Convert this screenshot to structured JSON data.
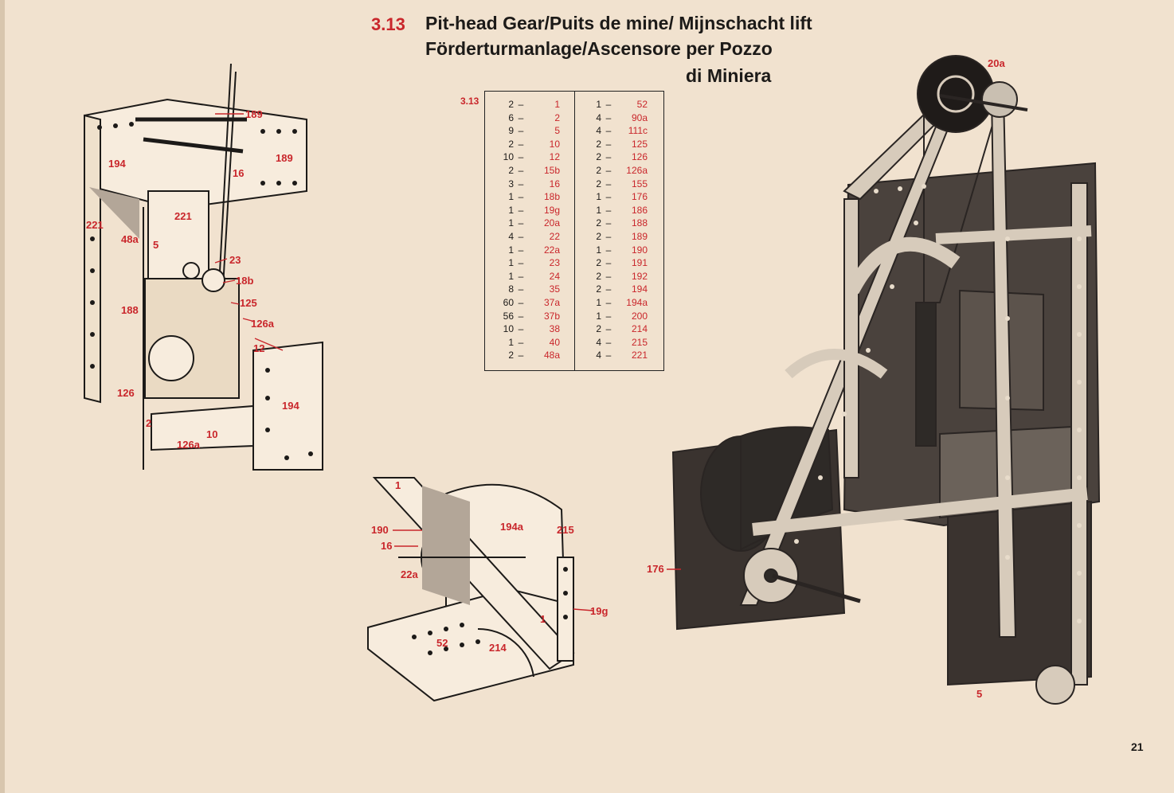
{
  "header": {
    "number": "3.13",
    "line1": "Pit-head Gear/Puits de mine/ Mijnschacht lift",
    "line2": "Förderturmanlage/Ascensore per Pozzo",
    "line3": "di Miniera"
  },
  "parts_table": {
    "label": "3.13",
    "left": [
      [
        "2",
        "1"
      ],
      [
        "6",
        "2"
      ],
      [
        "9",
        "5"
      ],
      [
        "2",
        "10"
      ],
      [
        "10",
        "12"
      ],
      [
        "2",
        "15b"
      ],
      [
        "3",
        "16"
      ],
      [
        "1",
        "18b"
      ],
      [
        "1",
        "19g"
      ],
      [
        "1",
        "20a"
      ],
      [
        "4",
        "22"
      ],
      [
        "1",
        "22a"
      ],
      [
        "1",
        "23"
      ],
      [
        "1",
        "24"
      ],
      [
        "8",
        "35"
      ],
      [
        "60",
        "37a"
      ],
      [
        "56",
        "37b"
      ],
      [
        "10",
        "38"
      ],
      [
        "1",
        "40"
      ],
      [
        "2",
        "48a"
      ]
    ],
    "right": [
      [
        "1",
        "52"
      ],
      [
        "4",
        "90a"
      ],
      [
        "4",
        "111c"
      ],
      [
        "2",
        "125"
      ],
      [
        "2",
        "126"
      ],
      [
        "2",
        "126a"
      ],
      [
        "2",
        "155"
      ],
      [
        "1",
        "176"
      ],
      [
        "1",
        "186"
      ],
      [
        "2",
        "188"
      ],
      [
        "2",
        "189"
      ],
      [
        "1",
        "190"
      ],
      [
        "2",
        "191"
      ],
      [
        "2",
        "192"
      ],
      [
        "2",
        "194"
      ],
      [
        "1",
        "194a"
      ],
      [
        "1",
        "200"
      ],
      [
        "2",
        "214"
      ],
      [
        "4",
        "215"
      ],
      [
        "4",
        "221"
      ]
    ]
  },
  "labels": {
    "fig1": [
      "189",
      "189",
      "194",
      "16",
      "221",
      "221",
      "48a",
      "5",
      "23",
      "18b",
      "125",
      "188",
      "126a",
      "12",
      "126",
      "194",
      "2",
      "10",
      "126a"
    ],
    "fig2": [
      "190",
      "16",
      "22a",
      "194a",
      "215",
      "19g",
      "52",
      "214",
      "1",
      "1"
    ],
    "fig3": [
      "20a",
      "176",
      "5"
    ]
  },
  "page_number": "21",
  "colors": {
    "paper": "#f1e2cf",
    "ink": "#1c1a18",
    "accent": "#c9262b",
    "metal": "#2e2a27"
  }
}
